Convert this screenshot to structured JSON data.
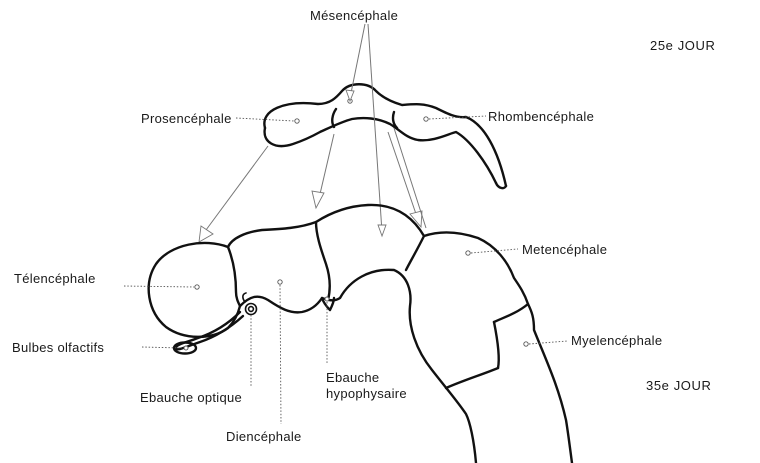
{
  "labels": {
    "mesencephale": "Mésencéphale",
    "prosencephale": "Prosencéphale",
    "rhombencephale": "Rhombencéphale",
    "stage_25": "25e JOUR",
    "telencephale": "Télencéphale",
    "metencephale": "Metencéphale",
    "bulbes_olfactifs": "Bulbes olfactifs",
    "myelencephale": "Myelencéphale",
    "ebauche_optique": "Ebauche optique",
    "ebauche_hypophysaire_1": "Ebauche",
    "ebauche_hypophysaire_2": "hypophysaire",
    "diencephale": "Diencéphale",
    "stage_35": "35e JOUR"
  }
}
